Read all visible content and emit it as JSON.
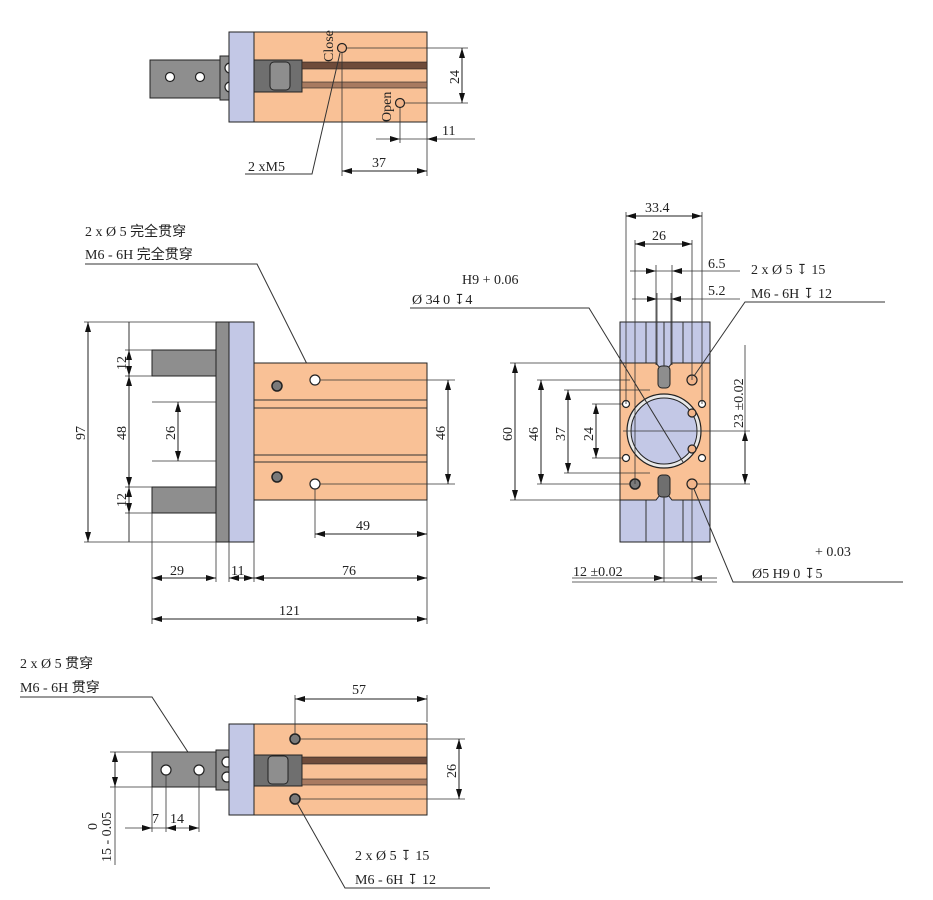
{
  "top_view": {
    "close_label": "Close",
    "open_label": "Open",
    "dim_24": "24",
    "dim_11": "11",
    "dim_37": "37",
    "port_note": "2 xM5"
  },
  "side_view": {
    "note_line1": "2 x Ø  5 完全贯穿",
    "note_line2": "M6 - 6H 完全贯穿",
    "dim_97": "97",
    "dim_12a": "12",
    "dim_48": "48",
    "dim_12b": "12",
    "dim_26": "26",
    "dim_46": "46",
    "dim_49": "49",
    "dim_29": "29",
    "dim_11": "11",
    "dim_76": "76",
    "dim_121": "121"
  },
  "end_view": {
    "dim_33_4": "33.4",
    "dim_26": "26",
    "dim_6_5": "6.5",
    "dim_5_2": "5.2",
    "note_top_line1": "2 x Ø  5  ↧ 15",
    "note_top_line2": "M6 - 6H   ↧ 12",
    "bore_tol": "H9  + 0.06",
    "bore_note": "Ø 34      0      ↧4",
    "dim_60": "60",
    "dim_46": "46",
    "dim_37": "37",
    "dim_24": "24",
    "dim_23": "23  ±0.02",
    "dim_12": "12  ±0.02",
    "pin_tol": "+ 0.03",
    "pin_note": "Ø5  H9     0      ↧5"
  },
  "bottom_view": {
    "note_line1": "2 x Ø  5 贯穿",
    "note_line2": "M6 - 6H 贯穿",
    "dim_57": "57",
    "dim_26": "26",
    "dim_7": "7",
    "dim_14": "14",
    "tol_upper": "0",
    "tol_main": "15 - 0.05",
    "note_br_line1": "2 x Ø  5  ↧ 15",
    "note_br_line2": "M6 - 6H   ↧ 12"
  }
}
